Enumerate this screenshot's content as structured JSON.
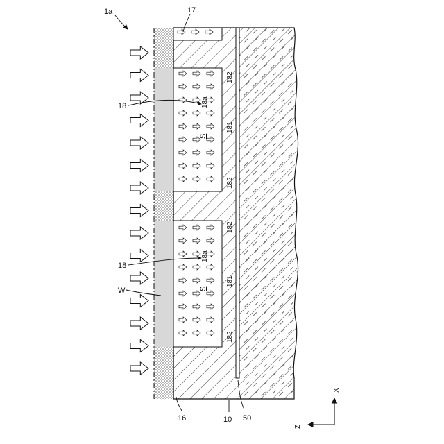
{
  "labels": {
    "device": "1a",
    "part_17": "17",
    "part_18_upper": "18",
    "part_18_lower": "18",
    "part_18a_upper": "18a",
    "part_18a_lower": "18a",
    "part_181_upper": "181",
    "part_181_lower": "181",
    "part_182_a": "182",
    "part_182_b": "182",
    "part_182_c": "182",
    "part_182_d": "182",
    "space_s_upper": "S",
    "space_s_lower": "S",
    "wafer_w": "W",
    "part_16": "16",
    "part_10": "10",
    "part_50": "50",
    "axis_x": "X",
    "axis_z": "Z"
  }
}
